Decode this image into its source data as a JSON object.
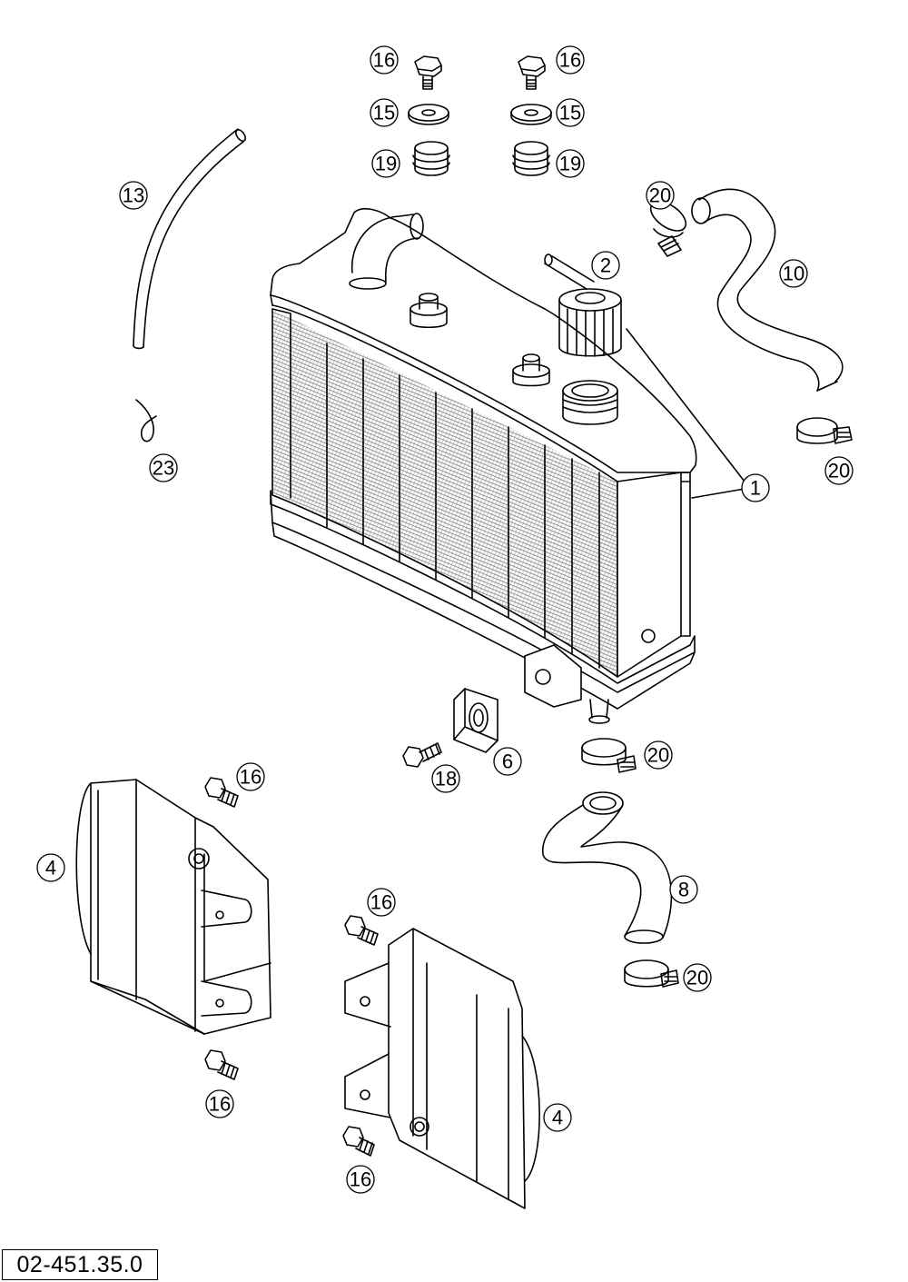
{
  "figure_ref": "02-451.35.0",
  "callouts": [
    {
      "id": "c16a",
      "text": "16",
      "part": "screw"
    },
    {
      "id": "c16b",
      "text": "16",
      "part": "screw"
    },
    {
      "id": "c15a",
      "text": "15",
      "part": "washer"
    },
    {
      "id": "c15b",
      "text": "15",
      "part": "washer"
    },
    {
      "id": "c19a",
      "text": "19",
      "part": "rubber grommet"
    },
    {
      "id": "c19b",
      "text": "19",
      "part": "rubber grommet"
    },
    {
      "id": "c13",
      "text": "13",
      "part": "overflow hose"
    },
    {
      "id": "c23",
      "text": "23",
      "part": "hose clip"
    },
    {
      "id": "c2",
      "text": "2",
      "part": "radiator cap"
    },
    {
      "id": "c20a",
      "text": "20",
      "part": "hose clamp"
    },
    {
      "id": "c10",
      "text": "10",
      "part": "radiator hose"
    },
    {
      "id": "c20b",
      "text": "20",
      "part": "hose clamp"
    },
    {
      "id": "c1",
      "text": "1",
      "part": "radiator"
    },
    {
      "id": "c6",
      "text": "6",
      "part": "clip nut"
    },
    {
      "id": "c18",
      "text": "18",
      "part": "screw"
    },
    {
      "id": "c20c",
      "text": "20",
      "part": "hose clamp"
    },
    {
      "id": "c16c",
      "text": "16",
      "part": "screw"
    },
    {
      "id": "c4a",
      "text": "4",
      "part": "radiator guard"
    },
    {
      "id": "c8",
      "text": "8",
      "part": "radiator hose"
    },
    {
      "id": "c16d",
      "text": "16",
      "part": "screw"
    },
    {
      "id": "c20d",
      "text": "20",
      "part": "hose clamp"
    },
    {
      "id": "c16e",
      "text": "16",
      "part": "screw"
    },
    {
      "id": "c4b",
      "text": "4",
      "part": "radiator guard"
    },
    {
      "id": "c16f",
      "text": "16",
      "part": "screw"
    }
  ]
}
